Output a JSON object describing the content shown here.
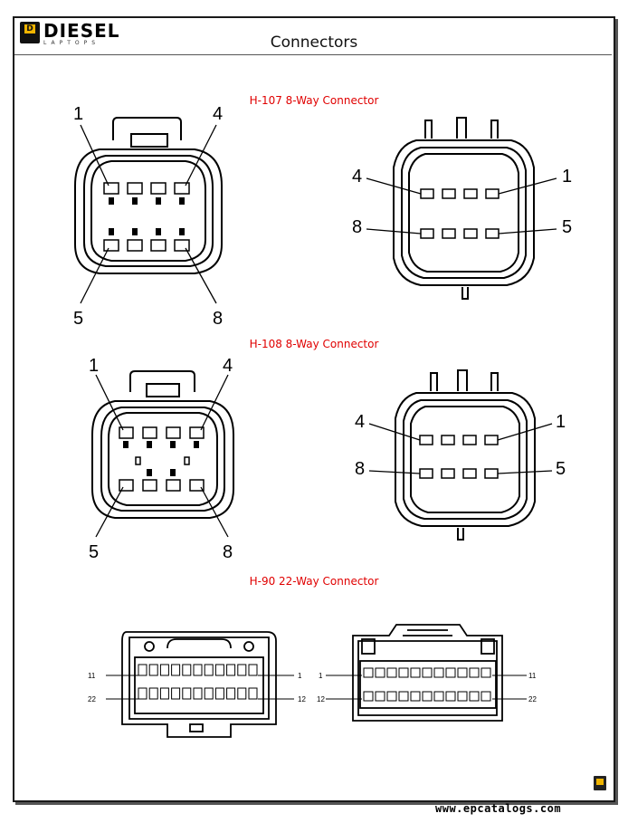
{
  "brand": {
    "name": "DIESEL",
    "sub": "LAPTOPS",
    "mark": "D"
  },
  "page_title": "Connectors",
  "sections": [
    {
      "title": "H-107 8-Way Connector",
      "left_view": {
        "tl": "1",
        "tr": "4",
        "bl": "5",
        "br": "8"
      },
      "right_view": {
        "tl": "4",
        "tr": "1",
        "bl": "8",
        "br": "5"
      }
    },
    {
      "title": "H-108 8-Way Connector",
      "left_view": {
        "tl": "1",
        "tr": "4",
        "bl": "5",
        "br": "8"
      },
      "right_view": {
        "tl": "4",
        "tr": "1",
        "bl": "8",
        "br": "5"
      }
    },
    {
      "title": "H-90 22-Way Connector",
      "left_view": {
        "tl": "11",
        "tr": "1",
        "bl": "22",
        "br": "12"
      },
      "right_view": {
        "tl": "1",
        "tr": "11",
        "bl": "12",
        "br": "22"
      }
    }
  ],
  "watermark": "www.epcatalogs.com"
}
